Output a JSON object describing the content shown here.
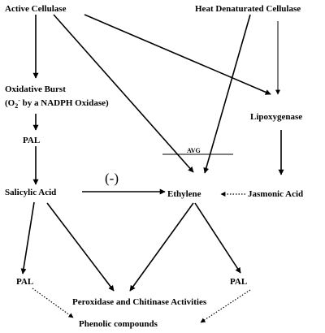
{
  "nodes": {
    "active_cellulase": "Active Cellulase",
    "heat_denaturated_cellulase": "Heat Denaturated Cellulase",
    "oxidative_burst": "Oxidative Burst",
    "oxidative_burst_detail_prefix": "(O",
    "oxidative_burst_detail_sub": "2",
    "oxidative_burst_detail_sup": "-",
    "oxidative_burst_detail_suffix": " by a NADPH Oxidase)",
    "pal_upper": "PAL",
    "lipoxygenase": "Lipoxygenase",
    "avg": "AVG",
    "salicylic_acid": "Salicylic Acid",
    "ethylene": "Ethylene",
    "jasmonic_acid": "Jasmonic Acid",
    "pal_lower_left": "PAL",
    "pal_lower_right": "PAL",
    "peroxidase_chitinase": "Peroxidase and Chitinase Activities",
    "phenolic_compounds": "Phenolic compounds"
  },
  "labels": {
    "inhibition_marker": "(-)"
  }
}
